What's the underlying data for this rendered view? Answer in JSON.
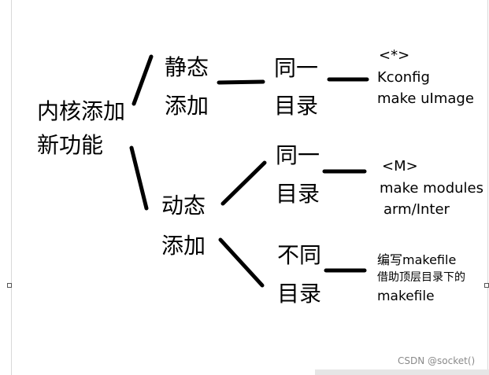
{
  "root": {
    "line1": "内核添加",
    "line2": "新功能"
  },
  "branches": {
    "static": {
      "line1": "静态",
      "line2": "添加",
      "target": {
        "line1": "同一",
        "line2": "目录"
      },
      "notes": [
        "<*>",
        "Kconfig",
        "make uImage"
      ]
    },
    "dynamic": {
      "line1": "动态",
      "line2": "添加",
      "same_dir": {
        "line1": "同一",
        "line2": "目录",
        "notes": [
          "<M>",
          "make modules",
          "arm/Inter"
        ]
      },
      "diff_dir": {
        "line1": "不同",
        "line2": "目录",
        "notes": [
          "编写makefile",
          "借助顶层目录下的",
          "makefile"
        ]
      }
    }
  },
  "watermark": "CSDN @socket()"
}
